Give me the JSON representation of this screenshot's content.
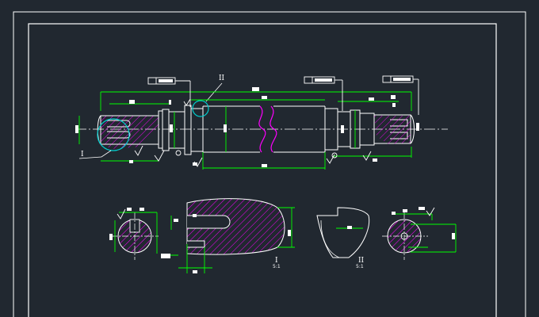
{
  "drawing": {
    "labels": {
      "detail_marker_1": "I",
      "detail_marker_2": "II",
      "section_1": "I",
      "section_1_scale": "5:1",
      "section_2": "II",
      "section_2_scale": "5:1"
    },
    "colors": {
      "background": "#212830",
      "frame": "#ffffff",
      "geometry": "#ffffff",
      "dimension": "#00ff00",
      "hatch": "#ff00ff",
      "detail_circle": "#00cccc",
      "centerline": "#ffffff"
    }
  }
}
